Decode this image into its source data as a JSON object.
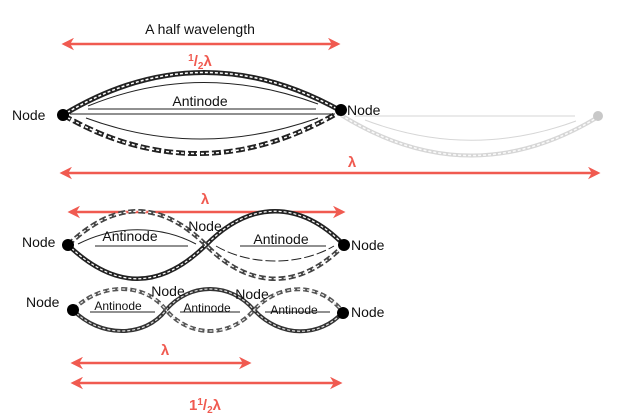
{
  "title": "A half wavelength",
  "colors": {
    "accent": "#f05a50",
    "string": "#222222",
    "faded": "#c8c8c8"
  },
  "labels": {
    "node": "Node",
    "antinode": "Antinode"
  },
  "measures": {
    "half_num": "1",
    "half_den": "2",
    "lambda": "λ",
    "one_half_whole": "1"
  },
  "diagrams": [
    {
      "id": "half-wave",
      "loops": 1,
      "length_label": "½λ"
    },
    {
      "id": "full-wave",
      "loops": 2,
      "length_label": "λ"
    },
    {
      "id": "one-and-half-wave",
      "loops": 3,
      "length_label": "1½λ"
    }
  ]
}
